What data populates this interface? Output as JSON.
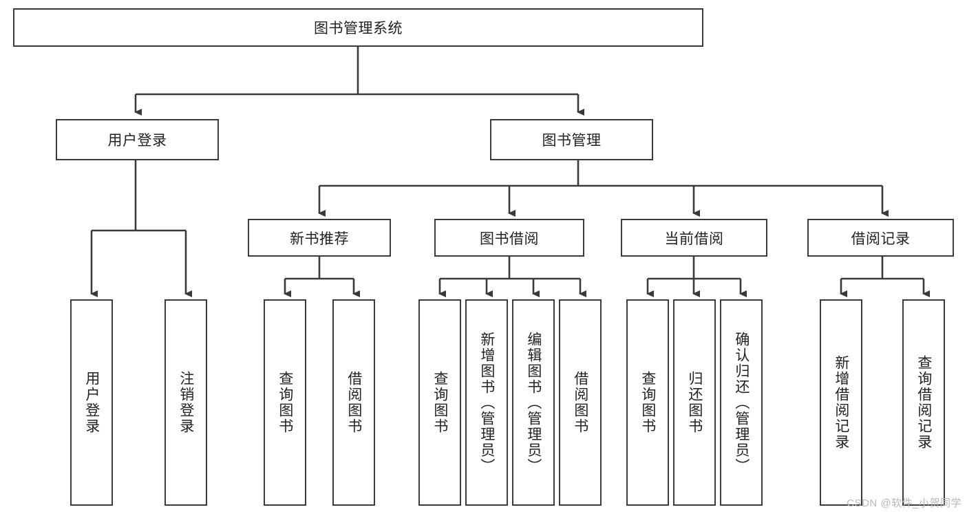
{
  "diagram": {
    "title": "图书管理系统",
    "type": "tree-hierarchy-chart",
    "watermark": "CSDN @软件_小贺同学",
    "colors": {
      "border": "#3a3a3a",
      "background": "#ffffff",
      "text": "#222222",
      "edge": "#3a3a3a",
      "watermark": "#b9b9b9"
    },
    "root": {
      "id": "root",
      "label": "图书管理系统"
    },
    "level2": [
      {
        "id": "user-login",
        "label": "用户登录"
      },
      {
        "id": "book-management",
        "label": "图书管理"
      }
    ],
    "level3": [
      {
        "id": "new-book-recommend",
        "label": "新书推荐"
      },
      {
        "id": "book-borrow",
        "label": "图书借阅"
      },
      {
        "id": "current-borrow",
        "label": "当前借阅"
      },
      {
        "id": "borrow-record",
        "label": "借阅记录"
      }
    ],
    "leaves": {
      "user_login": [
        {
          "id": "leaf-user-login",
          "label": "用户登录"
        },
        {
          "id": "leaf-logout",
          "label": "注销登录"
        }
      ],
      "new_book_recommend": [
        {
          "id": "leaf-query-book-1",
          "label": "查询图书"
        },
        {
          "id": "leaf-borrow-book-1",
          "label": "借阅图书"
        }
      ],
      "book_borrow": [
        {
          "id": "leaf-query-book-2",
          "label": "查询图书"
        },
        {
          "id": "leaf-add-book",
          "label": "新增图书（管理员）"
        },
        {
          "id": "leaf-edit-book",
          "label": "编辑图书（管理员）"
        },
        {
          "id": "leaf-borrow-book-2",
          "label": "借阅图书"
        }
      ],
      "current_borrow": [
        {
          "id": "leaf-query-book-3",
          "label": "查询图书"
        },
        {
          "id": "leaf-return-book",
          "label": "归还图书"
        },
        {
          "id": "leaf-confirm-return",
          "label": "确认归还（管理员）"
        }
      ],
      "borrow_record": [
        {
          "id": "leaf-add-record",
          "label": "新增借阅记录"
        },
        {
          "id": "leaf-query-record",
          "label": "查询借阅记录"
        }
      ]
    }
  }
}
